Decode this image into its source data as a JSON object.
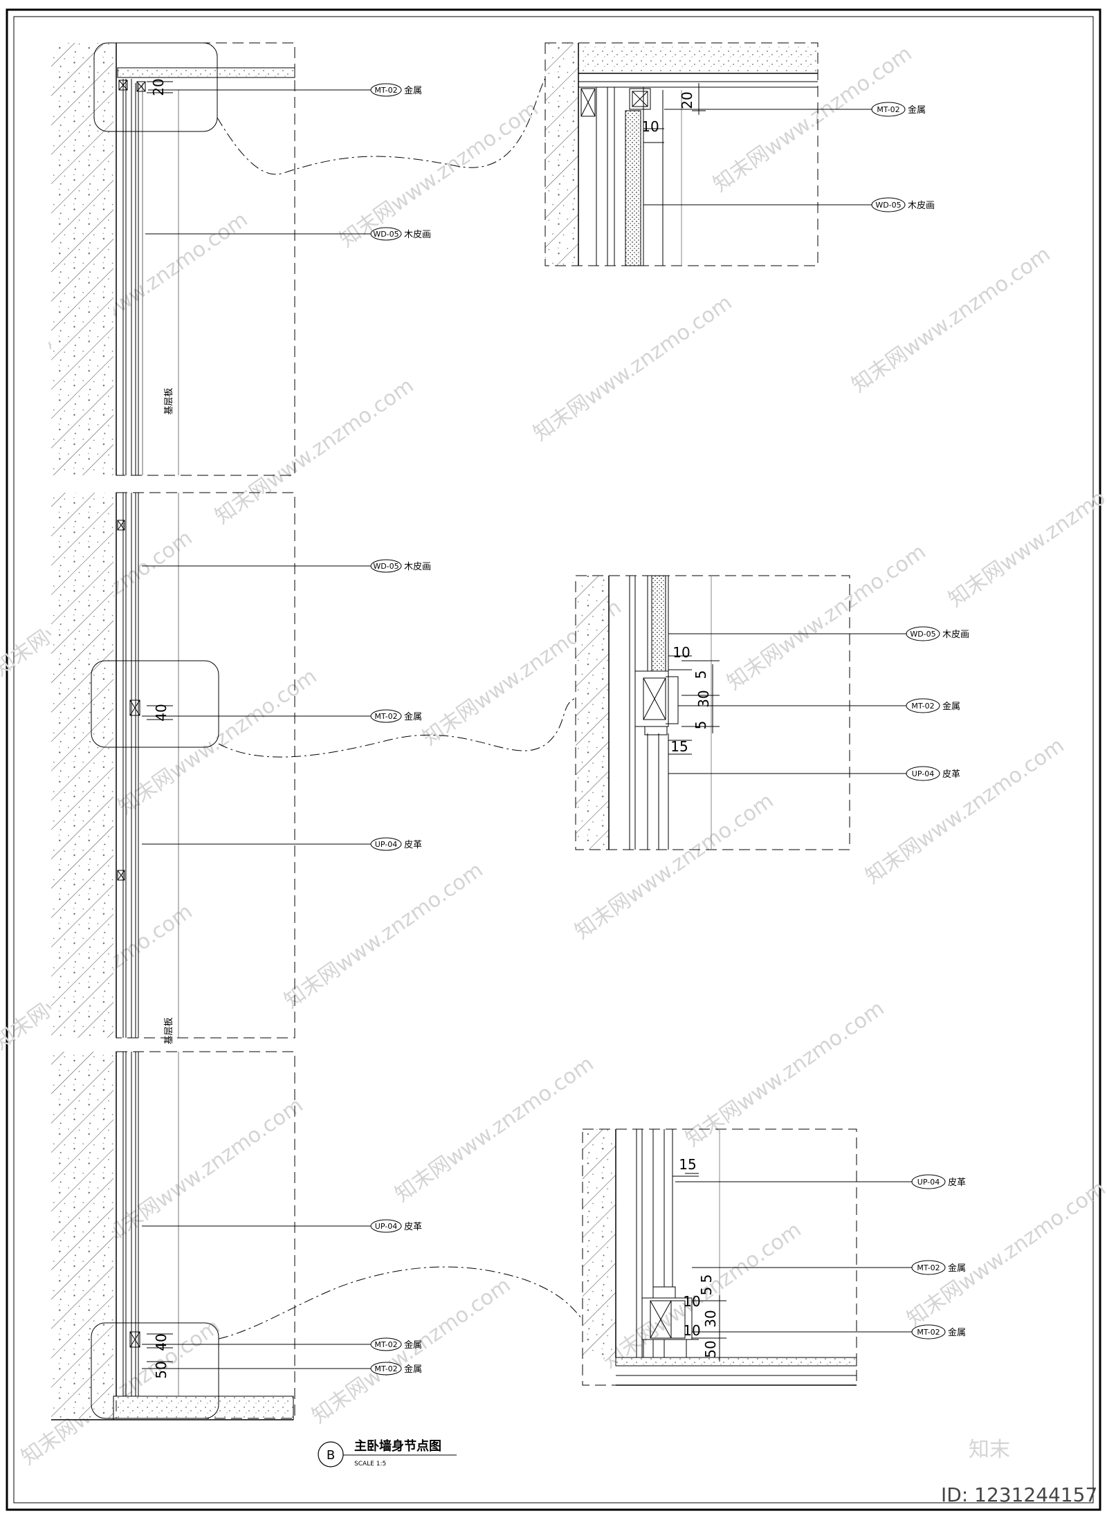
{
  "watermark_text": "知末网www.znzmo.com",
  "brand": {
    "logo_text": "知末",
    "id_text": "ID: 1231244157"
  },
  "title_block": {
    "letter": "B",
    "title": "主卧墙身节点图",
    "scale": "SCALE  1:5"
  },
  "vertical_notes": {
    "top": "基层板",
    "mid": "基层板"
  },
  "main_callouts": [
    {
      "code": "MT-02",
      "text": "金属"
    },
    {
      "code": "WD-05",
      "text": "木皮画"
    },
    {
      "code": "WD-05",
      "text": "木皮画"
    },
    {
      "code": "MT-02",
      "text": "金属"
    },
    {
      "code": "UP-04",
      "text": "皮革"
    },
    {
      "code": "UP-04",
      "text": "皮革"
    },
    {
      "code": "MT-02",
      "text": "金属"
    },
    {
      "code": "MT-02",
      "text": "金属"
    }
  ],
  "detail_callouts": [
    {
      "code": "MT-02",
      "text": "金属"
    },
    {
      "code": "WD-05",
      "text": "木皮画"
    },
    {
      "code": "WD-05",
      "text": "木皮画"
    },
    {
      "code": "MT-02",
      "text": "金属"
    },
    {
      "code": "UP-04",
      "text": "皮革"
    },
    {
      "code": "UP-04",
      "text": "皮革"
    },
    {
      "code": "MT-02",
      "text": "金属"
    },
    {
      "code": "MT-02",
      "text": "金属"
    }
  ],
  "main_dims": [
    "20",
    "40",
    "40",
    "50"
  ],
  "detail1_dims": [
    "20",
    "10"
  ],
  "detail2_dims": [
    "10",
    "5",
    "30",
    "5",
    "15"
  ],
  "detail3_dims": [
    "15",
    "5",
    "10",
    "30",
    "5",
    "10",
    "50"
  ]
}
